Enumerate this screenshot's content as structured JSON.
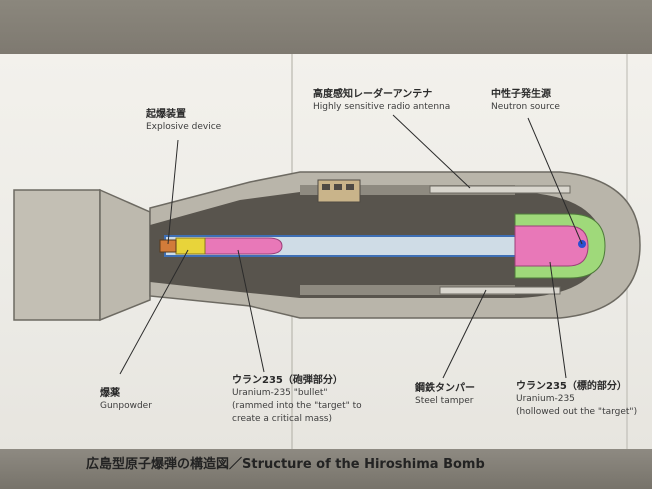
{
  "labels": {
    "explosive_device": {
      "jp": "起爆装置",
      "en": "Explosive device"
    },
    "radio_antenna": {
      "jp": "高度感知レーダーアンテナ",
      "en": "Highly sensitive radio antenna"
    },
    "neutron_source": {
      "jp": "中性子発生源",
      "en": "Neutron source"
    },
    "gunpowder": {
      "jp": "爆薬",
      "en": "Gunpowder"
    },
    "uranium_bullet": {
      "jp": "ウラン235（砲弾部分）",
      "en": [
        "Uranium-235 \"bullet\"",
        "(rammed into the \"target\" to",
        "create a critical mass)"
      ]
    },
    "steel_tamper": {
      "jp": "鋼鉄タンパー",
      "en": "Steel tamper"
    },
    "uranium_target": {
      "jp": "ウラン235（標的部分）",
      "en": [
        "Uranium-235",
        "(hollowed out the \"target\")"
      ]
    }
  },
  "caption": "広島型原子爆弾の構造図／Structure of the Hiroshima Bomb",
  "colors": {
    "casing": "#b9b5aa",
    "interior": "#58544d",
    "bore": "#cfdce6",
    "bore_edge": "#3e6fb5",
    "uranium": "#e878b8",
    "gunpowder": "#e8d43a",
    "target_ring": "#9fd97a",
    "neutron": "#2b4fd0"
  }
}
